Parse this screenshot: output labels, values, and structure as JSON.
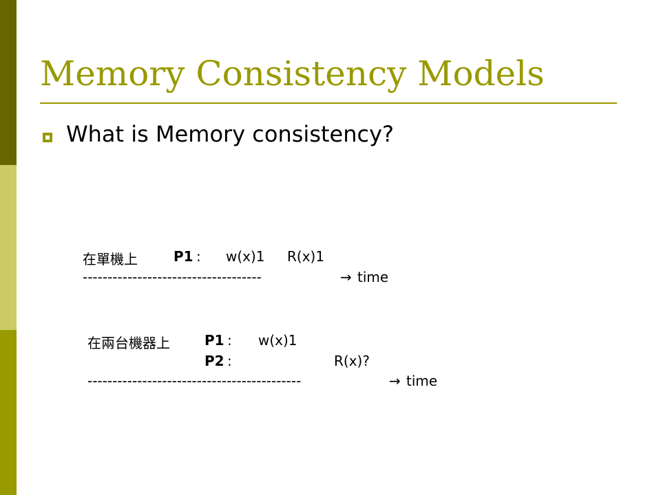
{
  "slide": {
    "title": "Memory Consistency Models",
    "bullet": "What is Memory consistency?",
    "colors": {
      "accent": "#999900",
      "sidebar_top": "#666600",
      "sidebar_mid": "#cccc66",
      "sidebar_bottom": "#999900"
    }
  },
  "single": {
    "label": "在單機上",
    "p1": "P1",
    "colon": ":",
    "op1": "w(x)1",
    "op2": "R(x)1",
    "dashes": "------------------------------------",
    "arrow": "→",
    "time": "time"
  },
  "dual": {
    "label": "在兩台機器上",
    "p1": "P1",
    "p2": "P2",
    "colon": ":",
    "op1": "w(x)1",
    "op2": "R(x)?",
    "dashes": "-------------------------------------------",
    "arrow": "→",
    "time": "time"
  }
}
